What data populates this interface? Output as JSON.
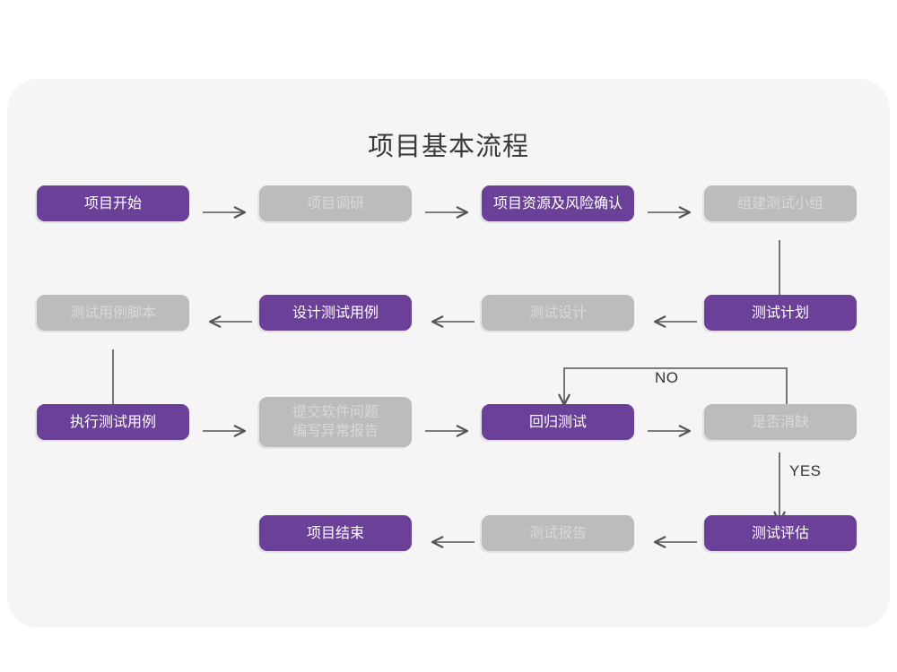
{
  "title": "项目基本流程",
  "colors": {
    "card_background": "#f5f5f5",
    "page_background": "#ffffff",
    "purple": "#6b4098",
    "gray": "#bcbcbc",
    "gray_text": "#d9d9d9",
    "purple_text": "#ffffff",
    "connector": "#555555",
    "title_text": "#3a3a3a"
  },
  "nodes": [
    {
      "id": "n1",
      "label": "项目开始",
      "style": "purple"
    },
    {
      "id": "n2",
      "label": "项目调研",
      "style": "gray"
    },
    {
      "id": "n3",
      "label": "项目资源及风险确认",
      "style": "purple"
    },
    {
      "id": "n4",
      "label": "组建测试小组",
      "style": "gray"
    },
    {
      "id": "n5",
      "label": "测试用例脚本",
      "style": "gray"
    },
    {
      "id": "n6",
      "label": "设计测试用例",
      "style": "purple"
    },
    {
      "id": "n7",
      "label": "测试设计",
      "style": "gray"
    },
    {
      "id": "n8",
      "label": "测试计划",
      "style": "purple"
    },
    {
      "id": "n9",
      "label": "执行测试用例",
      "style": "purple"
    },
    {
      "id": "n10",
      "label": "提交软件问题\n编写异常报告",
      "style": "gray"
    },
    {
      "id": "n11",
      "label": "回归测试",
      "style": "purple"
    },
    {
      "id": "n12",
      "label": "是否消缺",
      "style": "gray"
    },
    {
      "id": "n13",
      "label": "项目结束",
      "style": "purple"
    },
    {
      "id": "n14",
      "label": "测试报告",
      "style": "gray"
    },
    {
      "id": "n15",
      "label": "测试评估",
      "style": "purple"
    }
  ],
  "edge_labels": {
    "no": "NO",
    "yes": "YES"
  }
}
